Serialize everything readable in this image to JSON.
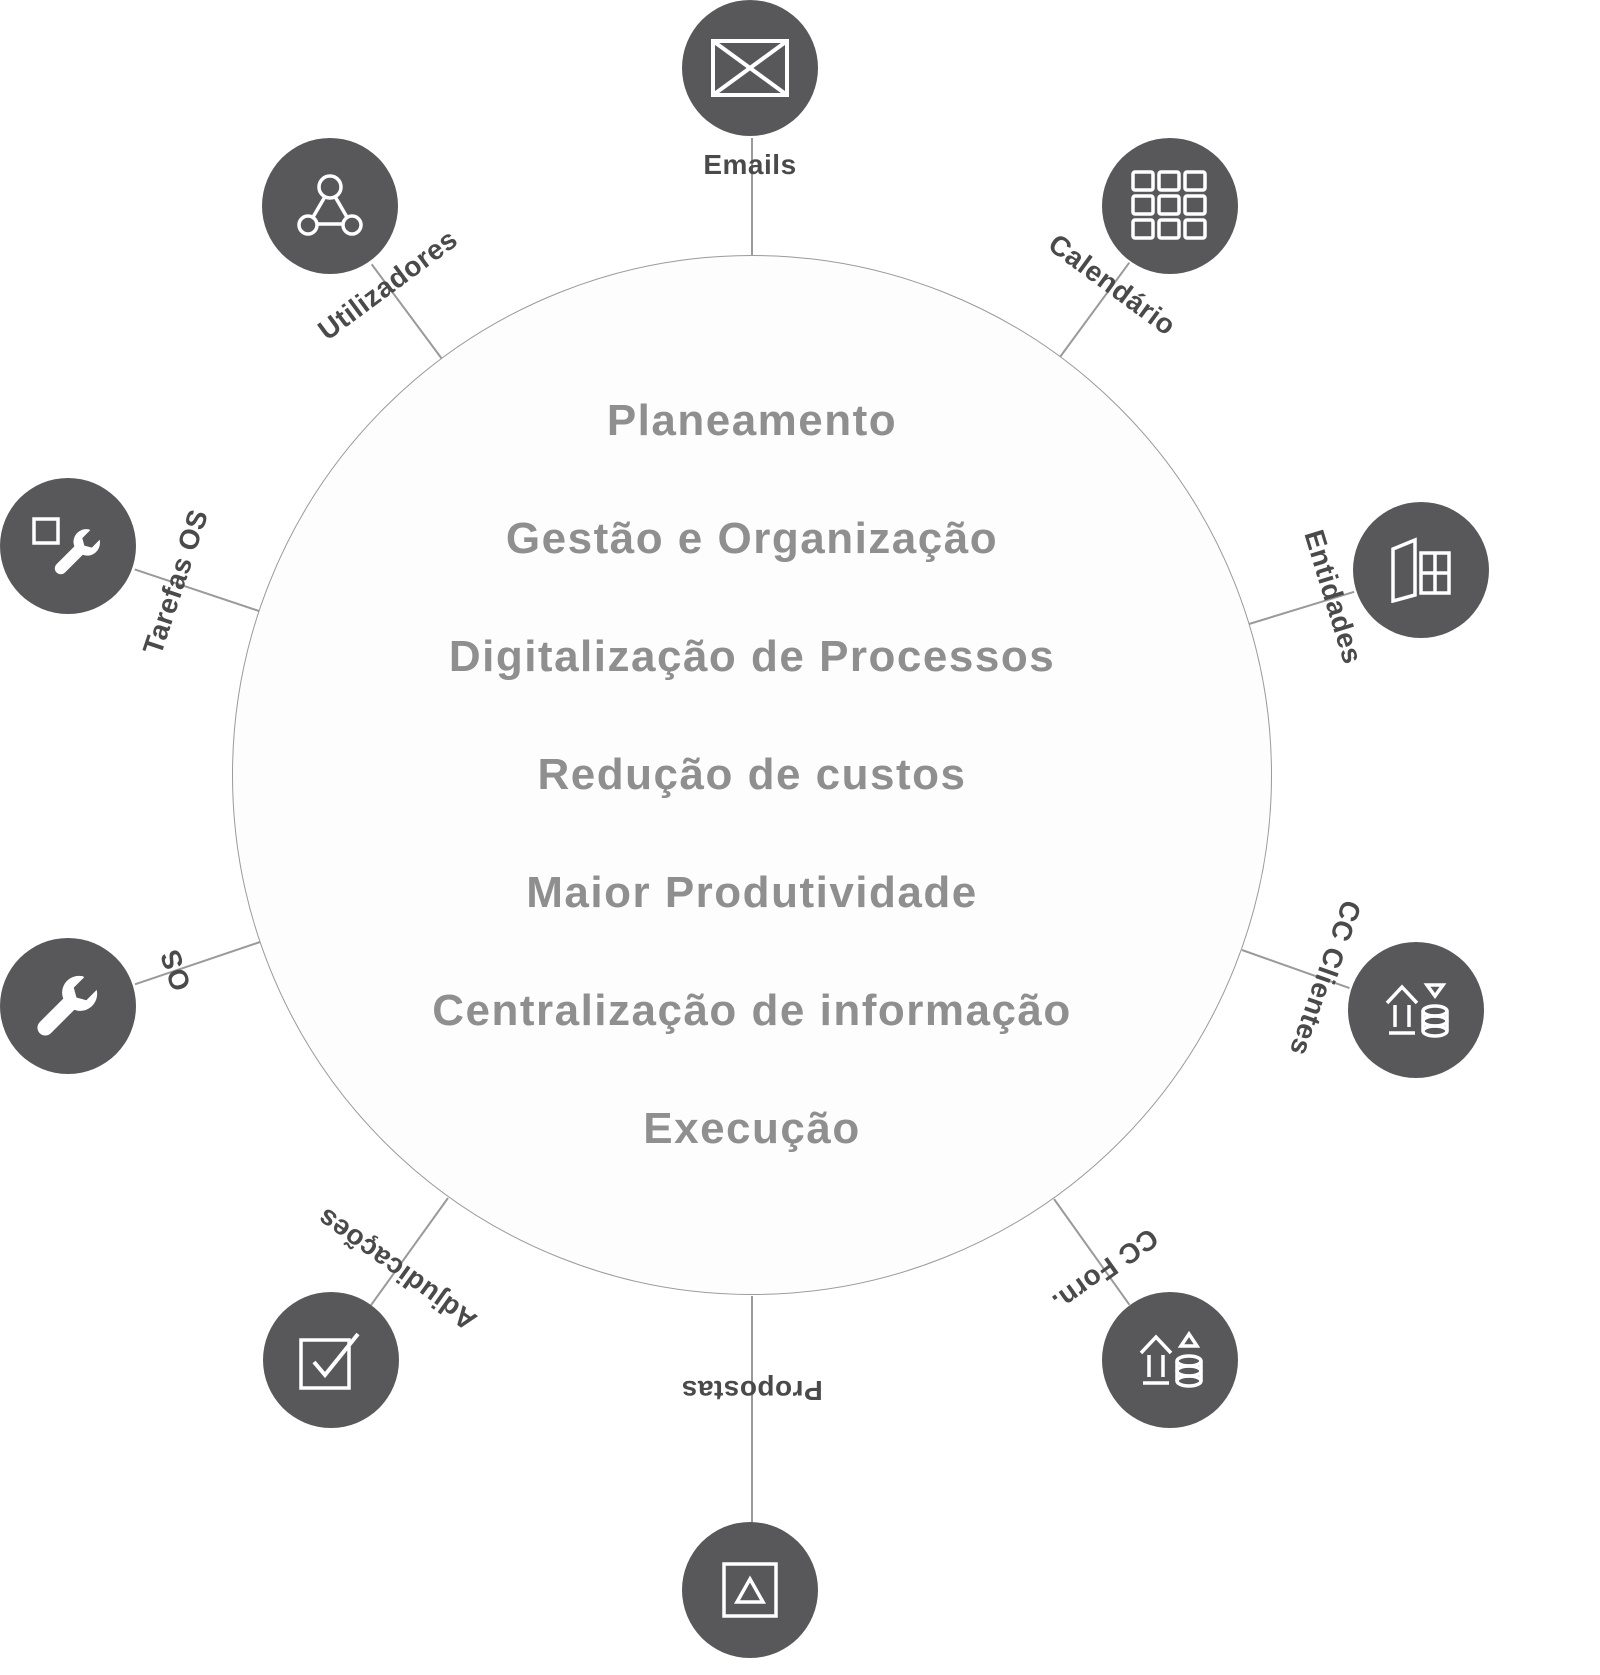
{
  "diagram": {
    "colors": {
      "node_background": "#58585a",
      "icon_stroke": "#ffffff",
      "connector_line": "#9a9a9a",
      "center_text": "#8f8f8f",
      "label_text": "#4a4a4a",
      "circle_border": "#9a9a9a",
      "circle_background": "#fdfdfd"
    },
    "center_items": [
      "Planeamento",
      "Gestão e Organização",
      "Digitalização de Processos",
      "Redução de custos",
      "Maior Produtividade",
      "Centralização de informação",
      "Execução"
    ],
    "satellites": [
      {
        "id": "emails",
        "label": "Emails",
        "icon": "envelope-icon"
      },
      {
        "id": "utilizadores",
        "label": "Utilizadores",
        "icon": "users-icon"
      },
      {
        "id": "calendario",
        "label": "Calendário",
        "icon": "calendar-grid-icon"
      },
      {
        "id": "tarefas-os",
        "label": "Tarefas OS",
        "icon": "task-wrench-icon"
      },
      {
        "id": "entidades",
        "label": "Entidades",
        "icon": "building-icon"
      },
      {
        "id": "os",
        "label": "OS",
        "icon": "wrench-icon"
      },
      {
        "id": "cc-clientes",
        "label": "CC Clientes",
        "icon": "client-accounts-icon"
      },
      {
        "id": "adjudicacoes",
        "label": "Adjudicações",
        "icon": "checkbox-check-icon"
      },
      {
        "id": "cc-forn",
        "label": "CC Forn.",
        "icon": "supplier-accounts-icon"
      },
      {
        "id": "propostas",
        "label": "Propostas",
        "icon": "proposal-image-icon"
      }
    ]
  }
}
